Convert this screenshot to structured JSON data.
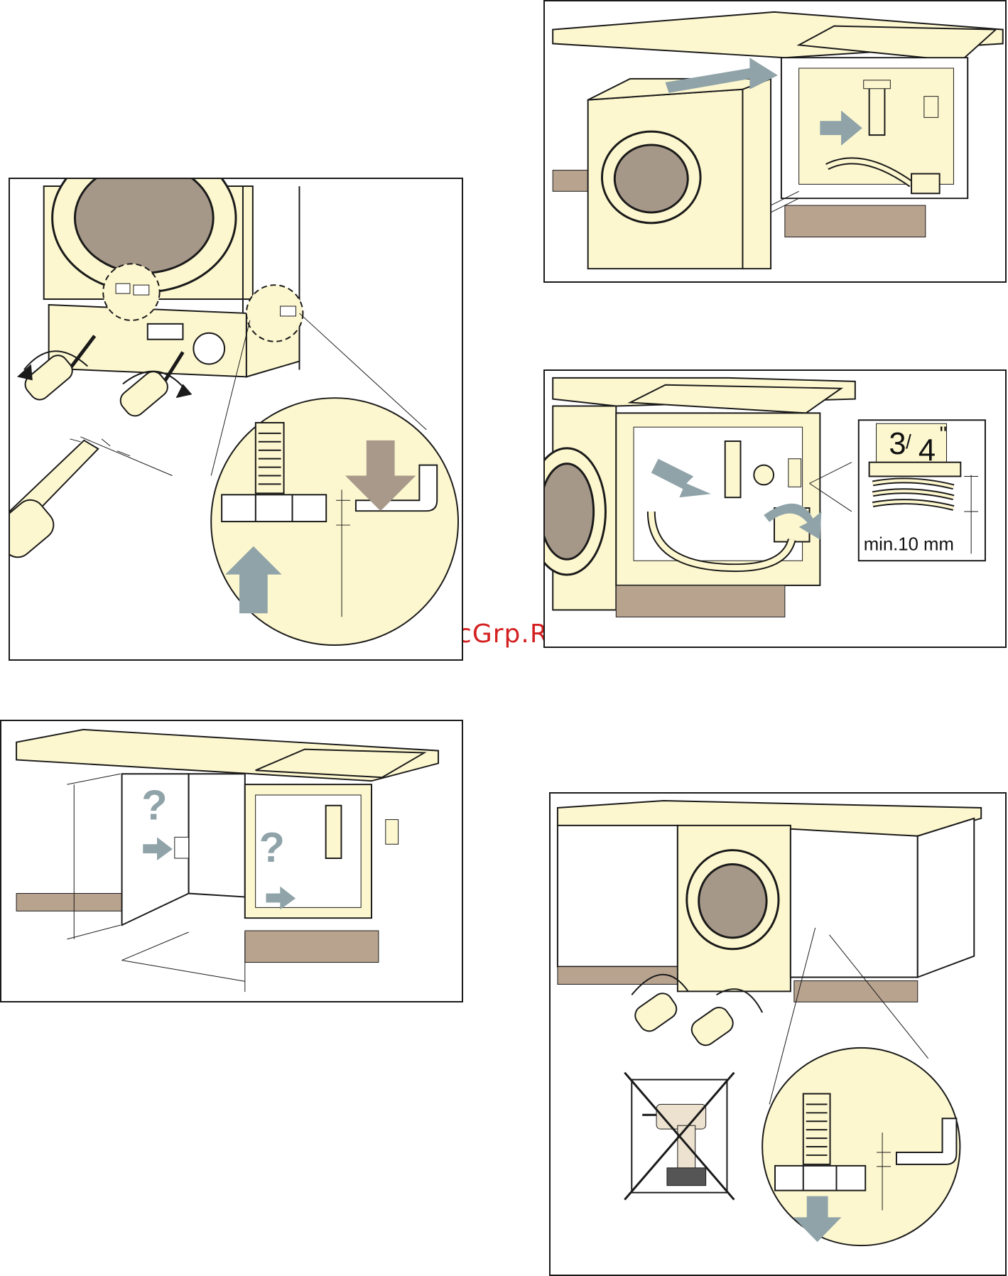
{
  "watermark": {
    "text": "McGrp.Ru",
    "color": "#d42020"
  },
  "colors": {
    "cream": "#fdf7cf",
    "plinth": "#b8a38f",
    "window": "#a69889",
    "arrow_grey": "#8fa3a8",
    "arrow_brown": "#a8998a",
    "line": "#1a1a1a"
  },
  "panels": {
    "panel_a": {
      "subject": "feet adjustment with screwdriver and detail"
    },
    "panel_b": {
      "subject": "slide washer into niche, hoses under sink"
    },
    "panel_c": {
      "subject": "hose connection to tap",
      "thread_label": "3/4\"",
      "thread_label_num": "3",
      "thread_label_den": "4",
      "thread_label_mark": "\"",
      "min_label": "min.10 mm"
    },
    "panel_d": {
      "subject": "measure niche, locate tap",
      "question_mark": "?"
    },
    "panel_e": {
      "subject": "final fitting; no power drill"
    }
  }
}
